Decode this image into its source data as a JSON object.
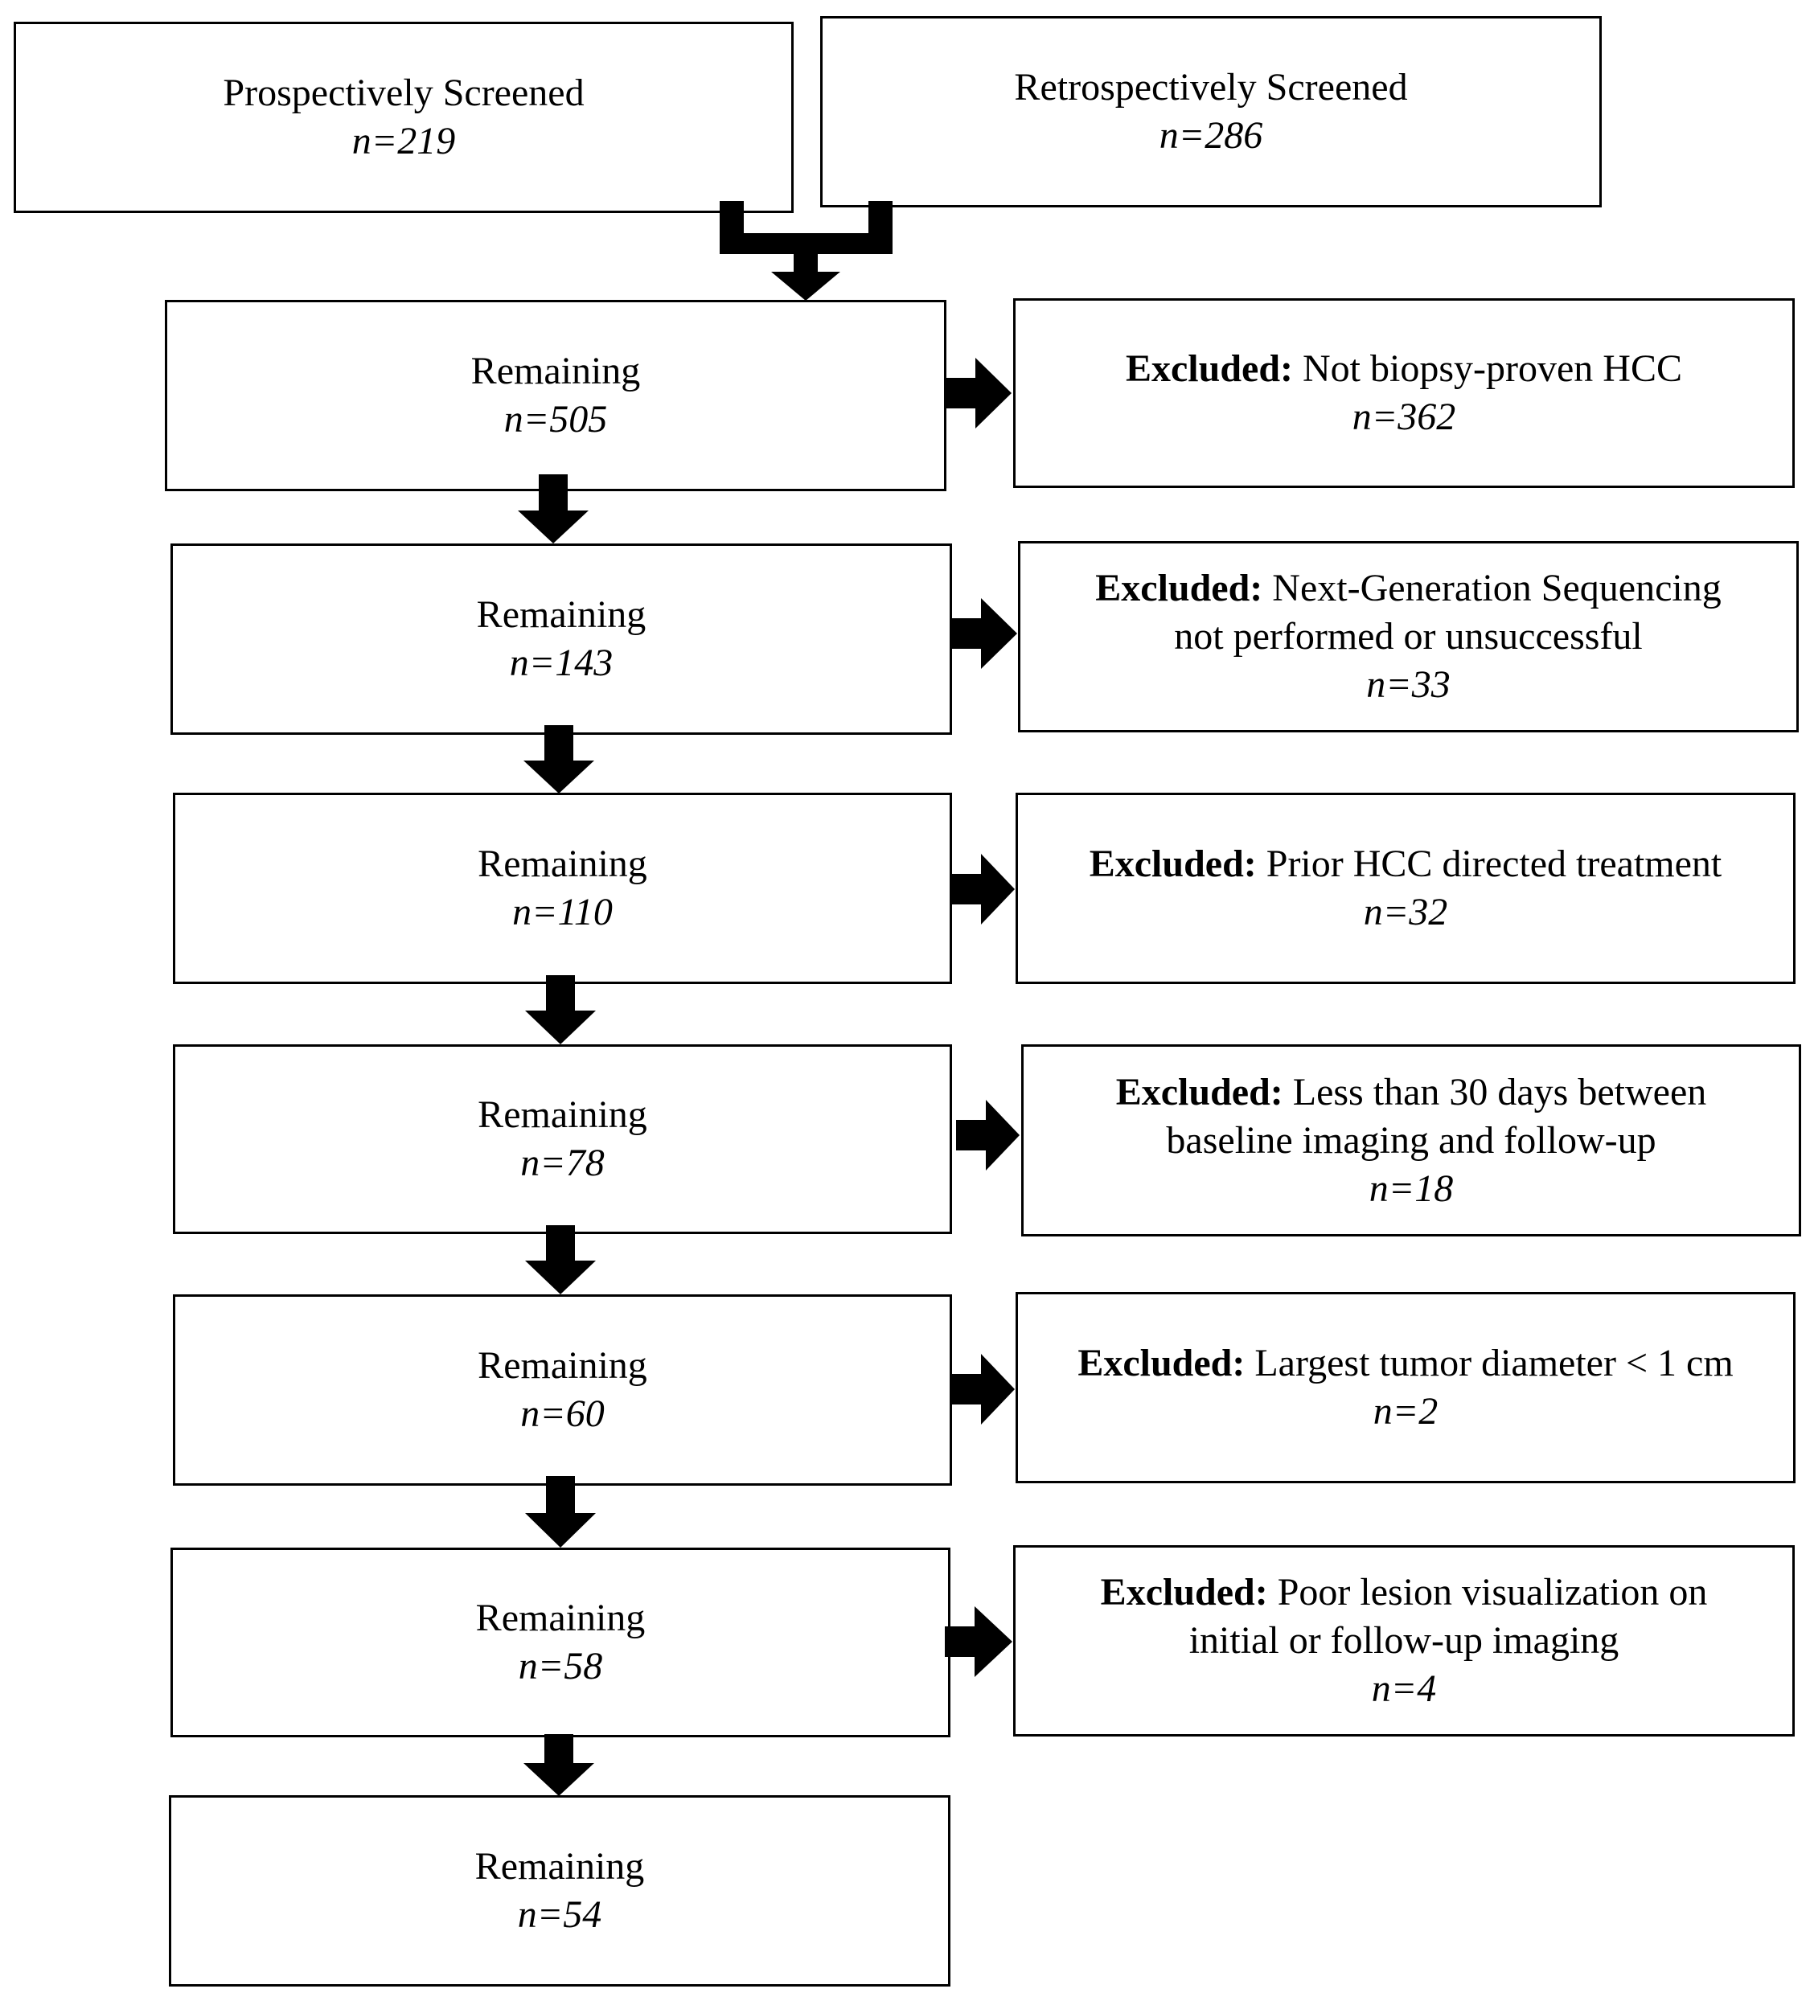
{
  "screened": {
    "prospective": {
      "label": "Prospectively Screened",
      "n": "n=219"
    },
    "retrospective": {
      "label": "Retrospectively Screened",
      "n": "n=286"
    }
  },
  "remaining": [
    {
      "label": "Remaining",
      "n": "n=505"
    },
    {
      "label": "Remaining",
      "n": "n=143"
    },
    {
      "label": "Remaining",
      "n": "n=110"
    },
    {
      "label": "Remaining",
      "n": "n=78"
    },
    {
      "label": "Remaining",
      "n": "n=60"
    },
    {
      "label": "Remaining",
      "n": "n=58"
    },
    {
      "label": "Remaining",
      "n": "n=54"
    }
  ],
  "excluded": [
    {
      "prefix": "Excluded:",
      "line1": "Not biopsy-proven HCC",
      "line2": "",
      "n": "n=362"
    },
    {
      "prefix": "Excluded:",
      "line1": "Next-Generation Sequencing",
      "line2": "not performed or unsuccessful",
      "n": "n=33"
    },
    {
      "prefix": "Excluded:",
      "line1": "Prior HCC directed treatment",
      "line2": "",
      "n": "n=32"
    },
    {
      "prefix": "Excluded:",
      "line1": " Less than 30 days between",
      "line2": "baseline imaging and follow-up",
      "n": "n=18"
    },
    {
      "prefix": "Excluded:",
      "line1": "Largest tumor diameter < 1 cm",
      "line2": "",
      "n": "n=2"
    },
    {
      "prefix": "Excluded:",
      "line1": "Poor lesion visualization on",
      "line2": "initial or follow-up imaging",
      "n": "n=4"
    }
  ]
}
